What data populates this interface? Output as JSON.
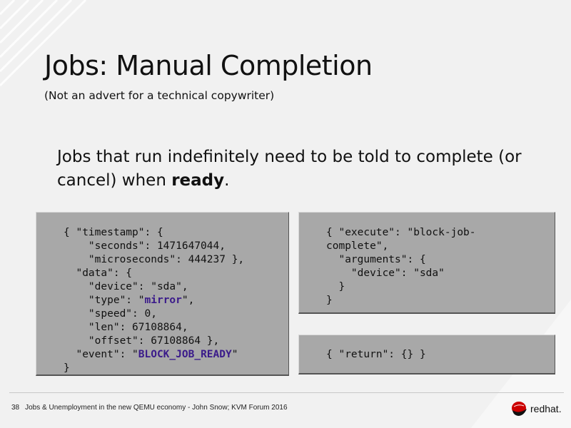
{
  "slide": {
    "title": "Jobs: Manual Completion",
    "subtitle": "(Not an advert for a technical copywriter)",
    "body_prefix": "Jobs that run indefinitely need to be told to complete (or cancel) when ",
    "body_bold": "ready",
    "body_suffix": "."
  },
  "code_event": {
    "l1": "{ \"timestamp\": {",
    "l2": "    \"seconds\": 1471647044,",
    "l3": "    \"microseconds\": 444237 },",
    "l4": "  \"data\": {",
    "l5": "    \"device\": \"sda\",",
    "l6_pre": "    \"type\": \"",
    "l6_hl": "mirror",
    "l6_post": "\",",
    "l7": "    \"speed\": 0,",
    "l8": "    \"len\": 67108864,",
    "l9": "    \"offset\": 67108864 },",
    "l10_pre": "  \"event\": \"",
    "l10_hl": "BLOCK_JOB_READY",
    "l10_post": "\"",
    "l11": "}"
  },
  "code_command": {
    "text": "{ \"execute\": \"block-job-\ncomplete\",\n  \"arguments\": {\n    \"device\": \"sda\"\n  }\n}"
  },
  "code_return": {
    "text": "{ \"return\": {} }"
  },
  "footer": {
    "page_number": "38",
    "text": "Jobs & Unemployment in the new QEMU economy - John Snow; KVM Forum 2016",
    "logo_text": "redhat."
  },
  "colors": {
    "background": "#f1f1f1",
    "code_box": "#a8a8a8",
    "highlight": "#3a1a8a",
    "logo_red": "#cc0000"
  }
}
